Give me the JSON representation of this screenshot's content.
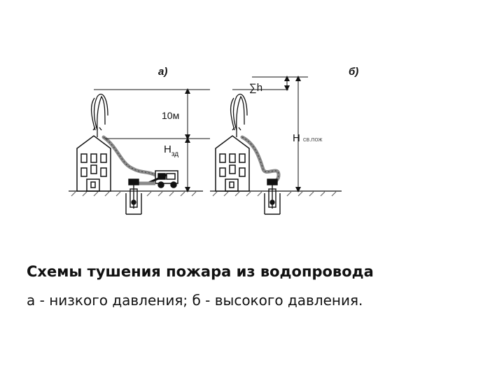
{
  "diagram": {
    "panel_a_label": "а)",
    "panel_b_label": "б)",
    "a_height_10m": "10м",
    "a_height_building_main": "Н",
    "a_height_building_sub": "зд",
    "b_sum_h": "∑h",
    "b_free_head_main": "Н",
    "b_free_head_sub": "св.пож"
  },
  "caption": {
    "title": "Схемы тушения пожара из водопровода",
    "subtitle": "а - низкого давления; б - высокого давления."
  },
  "colors": {
    "hose": "#8a8a8a",
    "line": "#111111",
    "ground_hatch": "#666666"
  }
}
